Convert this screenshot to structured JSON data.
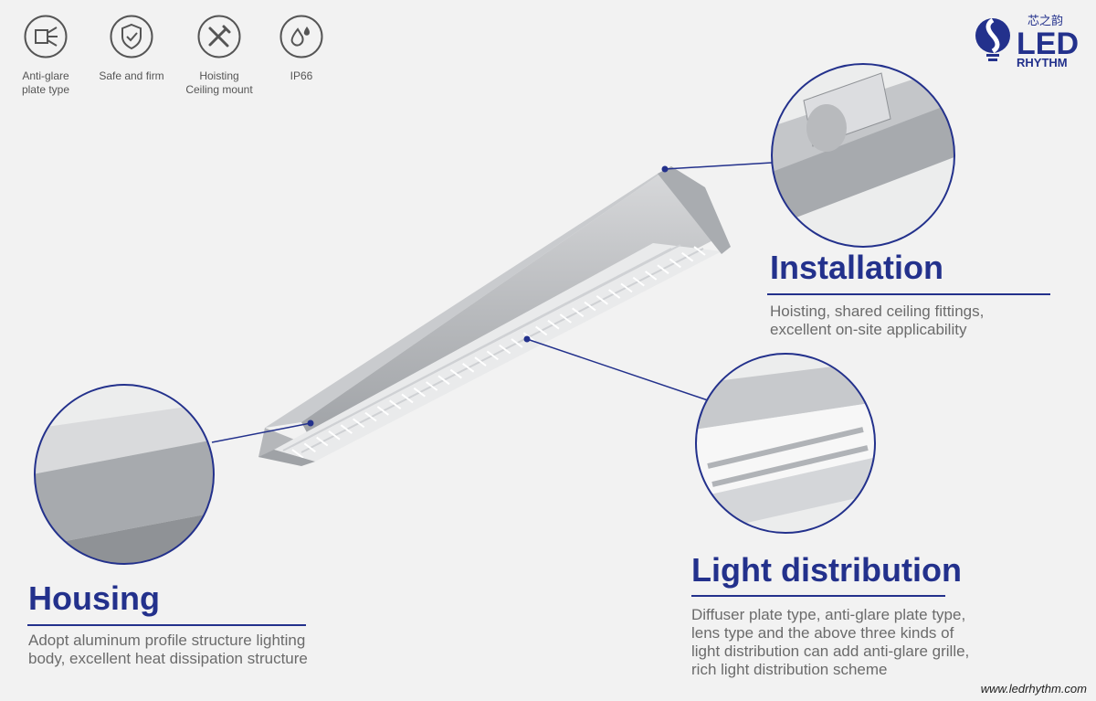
{
  "features": [
    {
      "label": "Anti-glare\nplate type",
      "icon": "anti-glare-lamp-icon"
    },
    {
      "label": "Safe and firm",
      "icon": "shield-check-icon"
    },
    {
      "label": "Hoisting\nCeiling mount",
      "icon": "tools-icon"
    },
    {
      "label": "IP66",
      "icon": "water-drops-icon"
    }
  ],
  "logo": {
    "chinese": "芯之韵",
    "main": "LED",
    "sub": "RHYTHM"
  },
  "sections": {
    "installation": {
      "title": "Installation",
      "text": "Hoisting, shared ceiling fittings,\nexcellent on-site applicability"
    },
    "light": {
      "title": "Light distribution",
      "text": "Diffuser plate type, anti-glare plate type,\nlens type and the above three kinds of\nlight distribution can add anti-glare grille,\nrich light distribution scheme"
    },
    "housing": {
      "title": "Housing",
      "text": "Adopt aluminum profile structure lighting\nbody, excellent heat dissipation structure"
    }
  },
  "website": "www.ledrhythm.com",
  "colors": {
    "accent": "#23318c",
    "text": "#6b6b6b",
    "background": "#f2f2f2"
  }
}
